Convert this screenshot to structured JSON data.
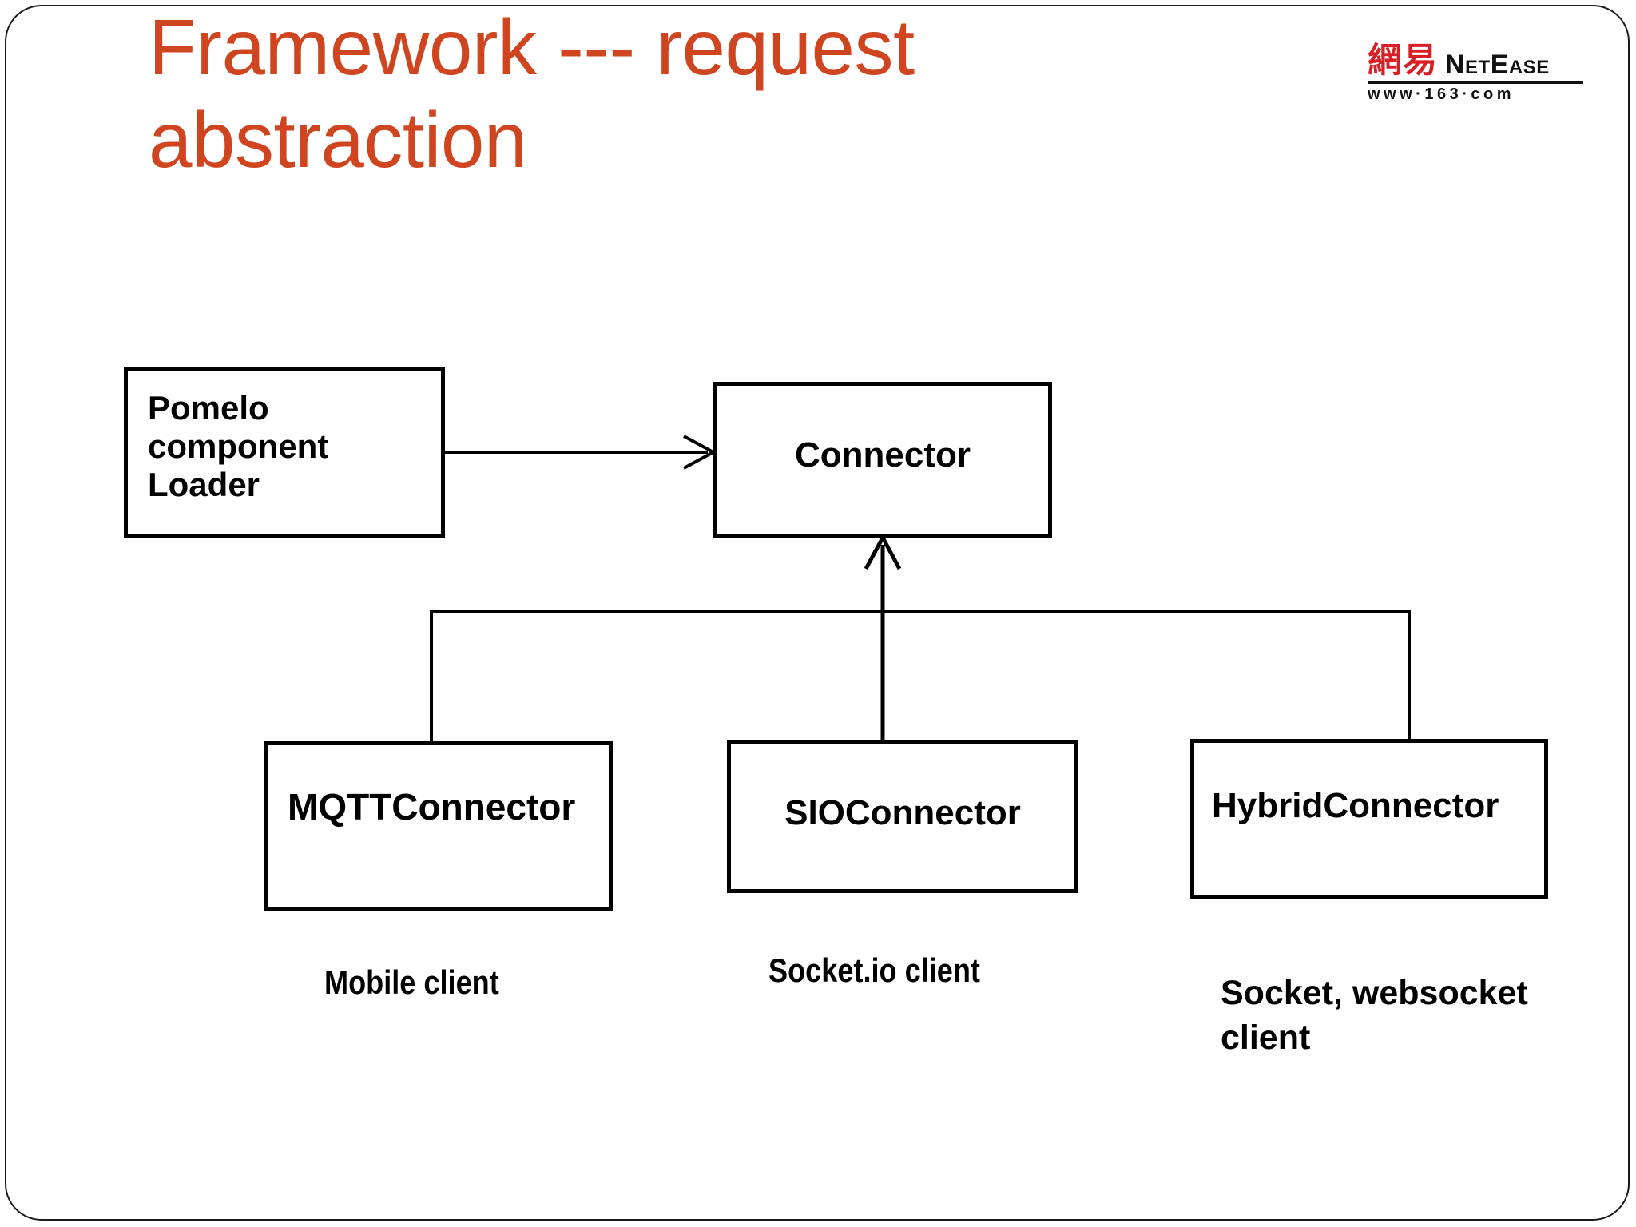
{
  "slide": {
    "title": "Framework --- request\nabstraction",
    "title_color": "#cf4520",
    "background_color": "#ffffff"
  },
  "logo": {
    "name": "netease-logo",
    "chinese": "網易",
    "english": "NetEase",
    "url": "www·163·com",
    "chinese_color": "#d81f26",
    "text_color": "#111111"
  },
  "diagram": {
    "type": "block-diagram",
    "nodes": [
      {
        "id": "loader",
        "label": "Pomelo\ncomponent\nLoader"
      },
      {
        "id": "connector",
        "label": "Connector"
      },
      {
        "id": "mqtt",
        "label": "MQTTConnector"
      },
      {
        "id": "sio",
        "label": "SIOConnector"
      },
      {
        "id": "hybrid",
        "label": "HybridConnector"
      }
    ],
    "captions": [
      {
        "id": "mobile",
        "label": "Mobile client"
      },
      {
        "id": "socketio",
        "label": "Socket.io client"
      },
      {
        "id": "websocket",
        "label": "Socket, websocket client"
      }
    ],
    "edges": [
      {
        "from": "loader",
        "to": "connector",
        "style": "arrow-right"
      },
      {
        "from": "mqtt",
        "to": "connector",
        "style": "bus-up"
      },
      {
        "from": "sio",
        "to": "connector",
        "style": "arrow-up"
      },
      {
        "from": "hybrid",
        "to": "connector",
        "style": "bus-up"
      }
    ],
    "line_color": "#000000"
  }
}
